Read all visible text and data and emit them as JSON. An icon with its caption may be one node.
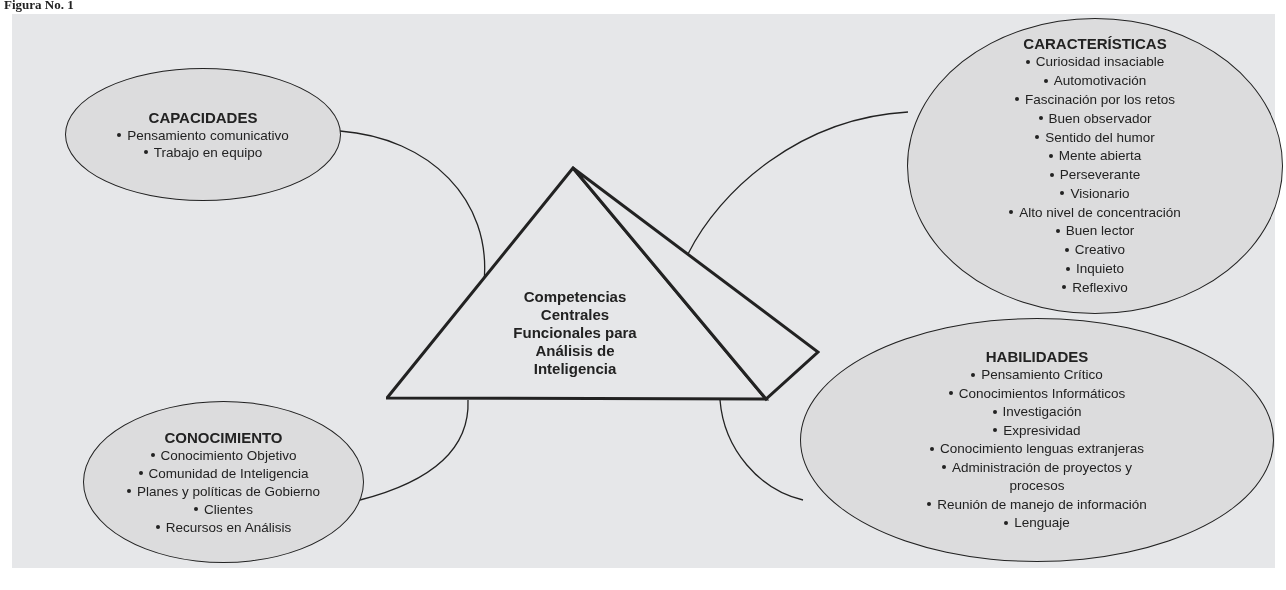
{
  "diagram": {
    "title": "Figura No. 1",
    "nodes": [
      {
        "text": [
          "CAPACIDADES",
          "Pensamiento comunicativo",
          "Trabajo en equipo"
        ]
      },
      {
        "text": [
          "CARACTERÍSTICAS",
          "Curiosidad insaciable",
          "Automotivación",
          "Fascinación por los retos",
          "Buen observador",
          "Sentido del humor",
          "Mente abierta",
          "Perseverante",
          "Visionario",
          "Alto nivel de concentración",
          "Buen lector",
          "Creativo",
          "Inquieto",
          "Reflexivo"
        ]
      },
      {
        "text": [
          "Competencias Centrales Funcionales para Análisis de Inteligencia"
        ]
      },
      {
        "text": [
          "HABILIDADES",
          "Pensamiento Crítico",
          "Conocimientos Informáticos",
          "Investigación",
          "Expresividad",
          "Conocimiento lenguas extranjeras",
          "Administración de proyectos y procesos",
          "Reunión de manejo de información",
          "Lenguaje"
        ]
      },
      {
        "text": [
          "CONOCIMIENTO",
          "Conocimiento Objetivo",
          "Comunidad de Inteligencia",
          "Planes y políticas de Gobierno",
          "Clientes",
          "Recursos en Análisis"
        ]
      }
    ],
    "edges": [
      {
        "from": 0,
        "to": 2,
        "arrow": "none"
      },
      {
        "from": 1,
        "to": 2,
        "arrow": "none"
      },
      {
        "from": 3,
        "to": 2,
        "arrow": "none"
      },
      {
        "from": 4,
        "to": 2,
        "arrow": "none"
      }
    ]
  }
}
